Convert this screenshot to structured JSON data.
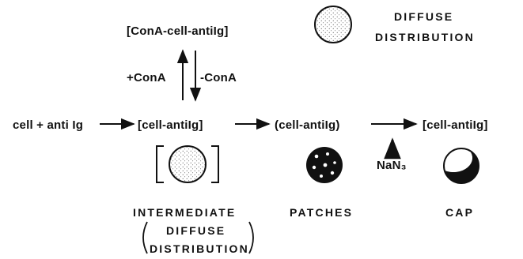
{
  "diagram": {
    "top_complex": "[ConA-cell-antiIg]",
    "diffuse_label_line1": "DIFFUSE",
    "diffuse_label_line2": "DISTRIBUTION",
    "plus_cona": "+ConA",
    "minus_cona": "-ConA",
    "reactants": "cell + anti Ig",
    "step1": "[cell-antiIg]",
    "step2": "(cell-antiIg)",
    "step3": "[cell-antiIg]",
    "inhibitor": "NaN₃",
    "intermediate_line1": "INTERMEDIATE",
    "intermediate_line2": "DIFFUSE",
    "intermediate_line3": "DISTRIBUTION",
    "patches_label": "PATCHES",
    "cap_label": "CAP"
  }
}
